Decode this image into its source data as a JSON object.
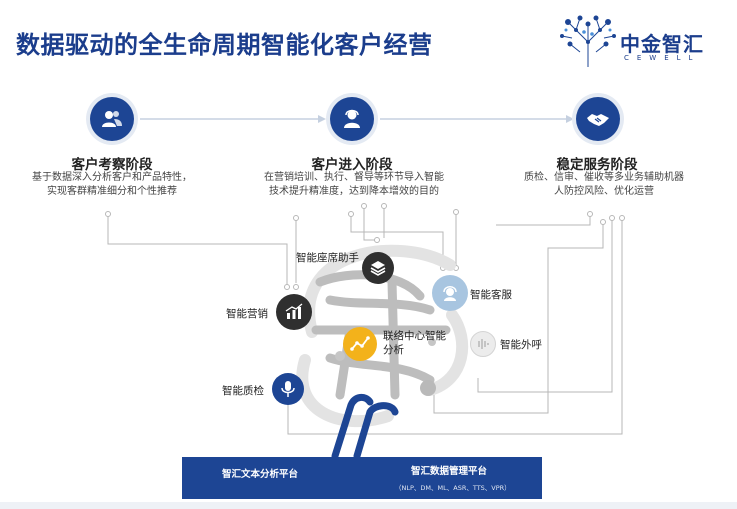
{
  "title": "数据驱动的全生命周期智能化客户经营",
  "logo": {
    "cn": "中金智汇",
    "en": "CEWELL"
  },
  "stages": [
    {
      "title": "客户考察阶段",
      "desc": "基于数据深入分析客户和产品特性，\n实现客群精准细分和个性推荐",
      "icon": "users-icon"
    },
    {
      "title": "客户进入阶段",
      "desc": "在营销培训、执行、督导等环节导入智能\n技术提升精准度，达到降本增效的目的",
      "icon": "agent-icon"
    },
    {
      "title": "稳定服务阶段",
      "desc": "质检、信审、催收等多业务辅助机器\n人防控风险、优化运营",
      "icon": "handshake-icon"
    }
  ],
  "nodes": {
    "seat_assistant": "智能座席助手",
    "marketing": "智能营销",
    "customer_service": "智能客服",
    "contact_center": "联络中心智能\n分析",
    "outbound_call": "智能外呼",
    "quality_check": "智能质检"
  },
  "platform": {
    "left": "智汇文本分析平台",
    "right": "智汇数据管理平台",
    "sub": "（NLP、DM、ML、ASR、TTS、VPR）"
  },
  "colors": {
    "primary": "#1d4594",
    "dark": "#2f2f2f",
    "gold": "#f3b21b",
    "light_blue": "#a8c5e0",
    "gray": "#c9c9c9"
  }
}
